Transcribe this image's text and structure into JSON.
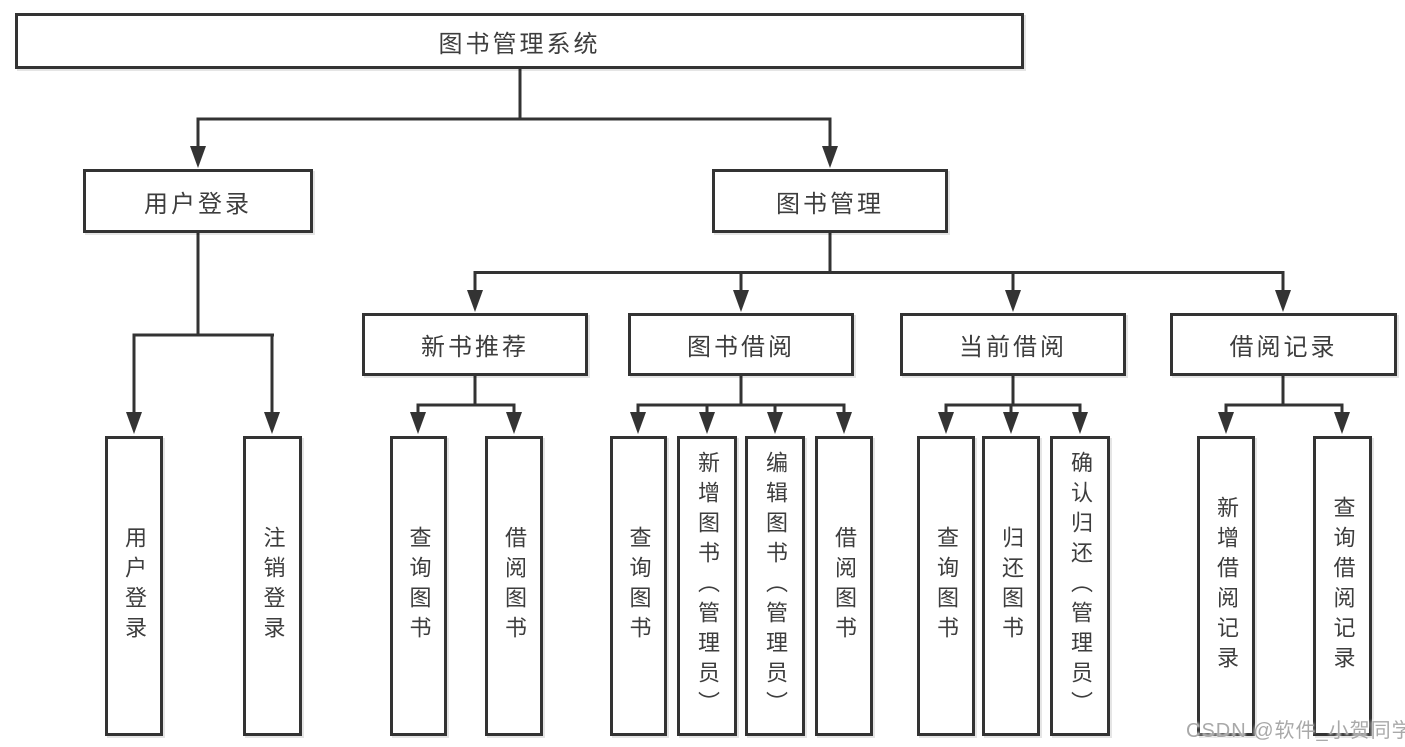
{
  "diagram": {
    "root": {
      "label": "图书管理系统"
    },
    "level1": {
      "user_login": {
        "label": "用户登录",
        "children": [
          "用户登录",
          "注销登录"
        ]
      },
      "book_mgmt": {
        "label": "图书管理"
      }
    },
    "level2": {
      "new_books": {
        "label": "新书推荐",
        "children": [
          "查询图书",
          "借阅图书"
        ]
      },
      "book_borrow": {
        "label": "图书借阅",
        "children": [
          "查询图书",
          "新增图书（管理员）",
          "编辑图书（管理员）",
          "借阅图书"
        ]
      },
      "current_borrow": {
        "label": "当前借阅",
        "children": [
          "查询图书",
          "归还图书",
          "确认归还（管理员）"
        ]
      },
      "borrow_records": {
        "label": "借阅记录",
        "children": [
          "新增借阅记录",
          "查询借阅记录"
        ]
      }
    }
  },
  "watermark": "CSDN @软件_小贺同学",
  "colors": {
    "line": "#333333",
    "text": "#3d3d3d",
    "box_fill": "#ffffff",
    "background": "#ffffff",
    "watermark": "#a9a9a9"
  }
}
